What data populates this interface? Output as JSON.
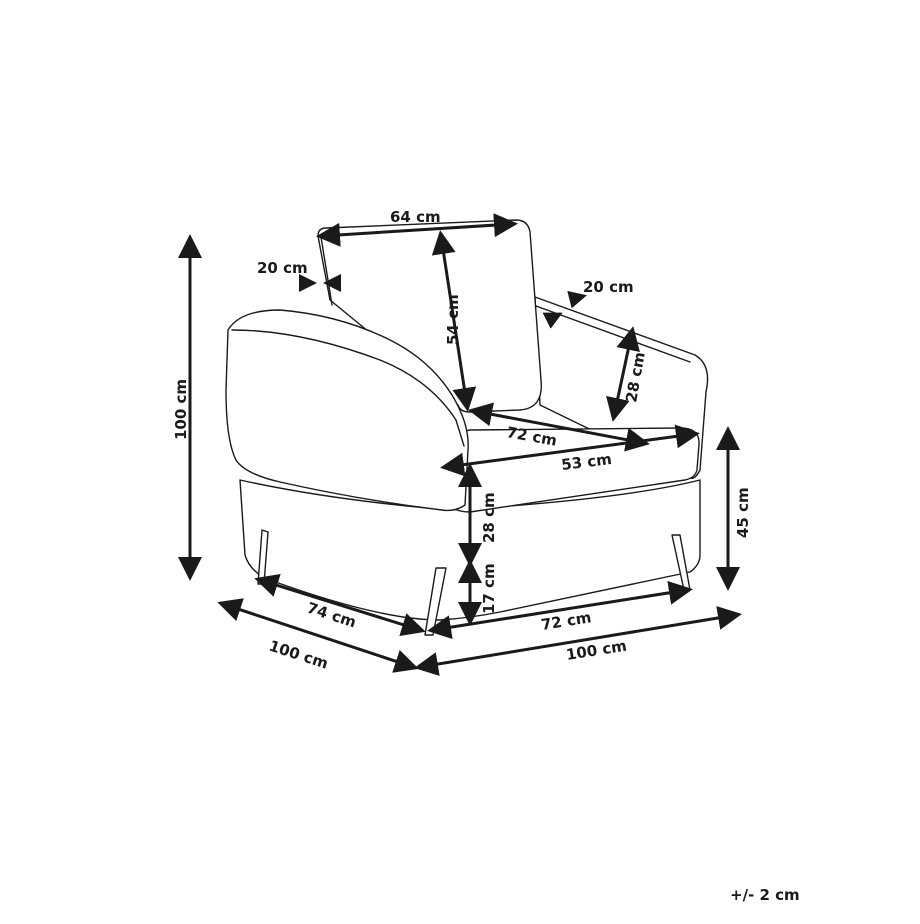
{
  "diagram": {
    "subject": "Armchair dimension drawing",
    "units": "cm",
    "tolerance": "+/- 2 cm",
    "colors": {
      "line": "#1a1a1a",
      "background": "#ffffff"
    },
    "dimensions": {
      "backrest_width": "64 cm",
      "backrest_thickness": "20 cm",
      "backrest_height": "54 cm",
      "armrest_width": "20 cm",
      "armrest_height_above_seat": "28 cm",
      "seat_depth": "72 cm",
      "seat_width": "53 cm",
      "seat_cushion_height": "28 cm",
      "leg_height": "17 cm",
      "seat_height": "45 cm",
      "total_height": "100 cm",
      "leg_span_depth": "74 cm",
      "leg_span_width": "72 cm",
      "total_depth": "100 cm",
      "total_width": "100 cm"
    }
  }
}
